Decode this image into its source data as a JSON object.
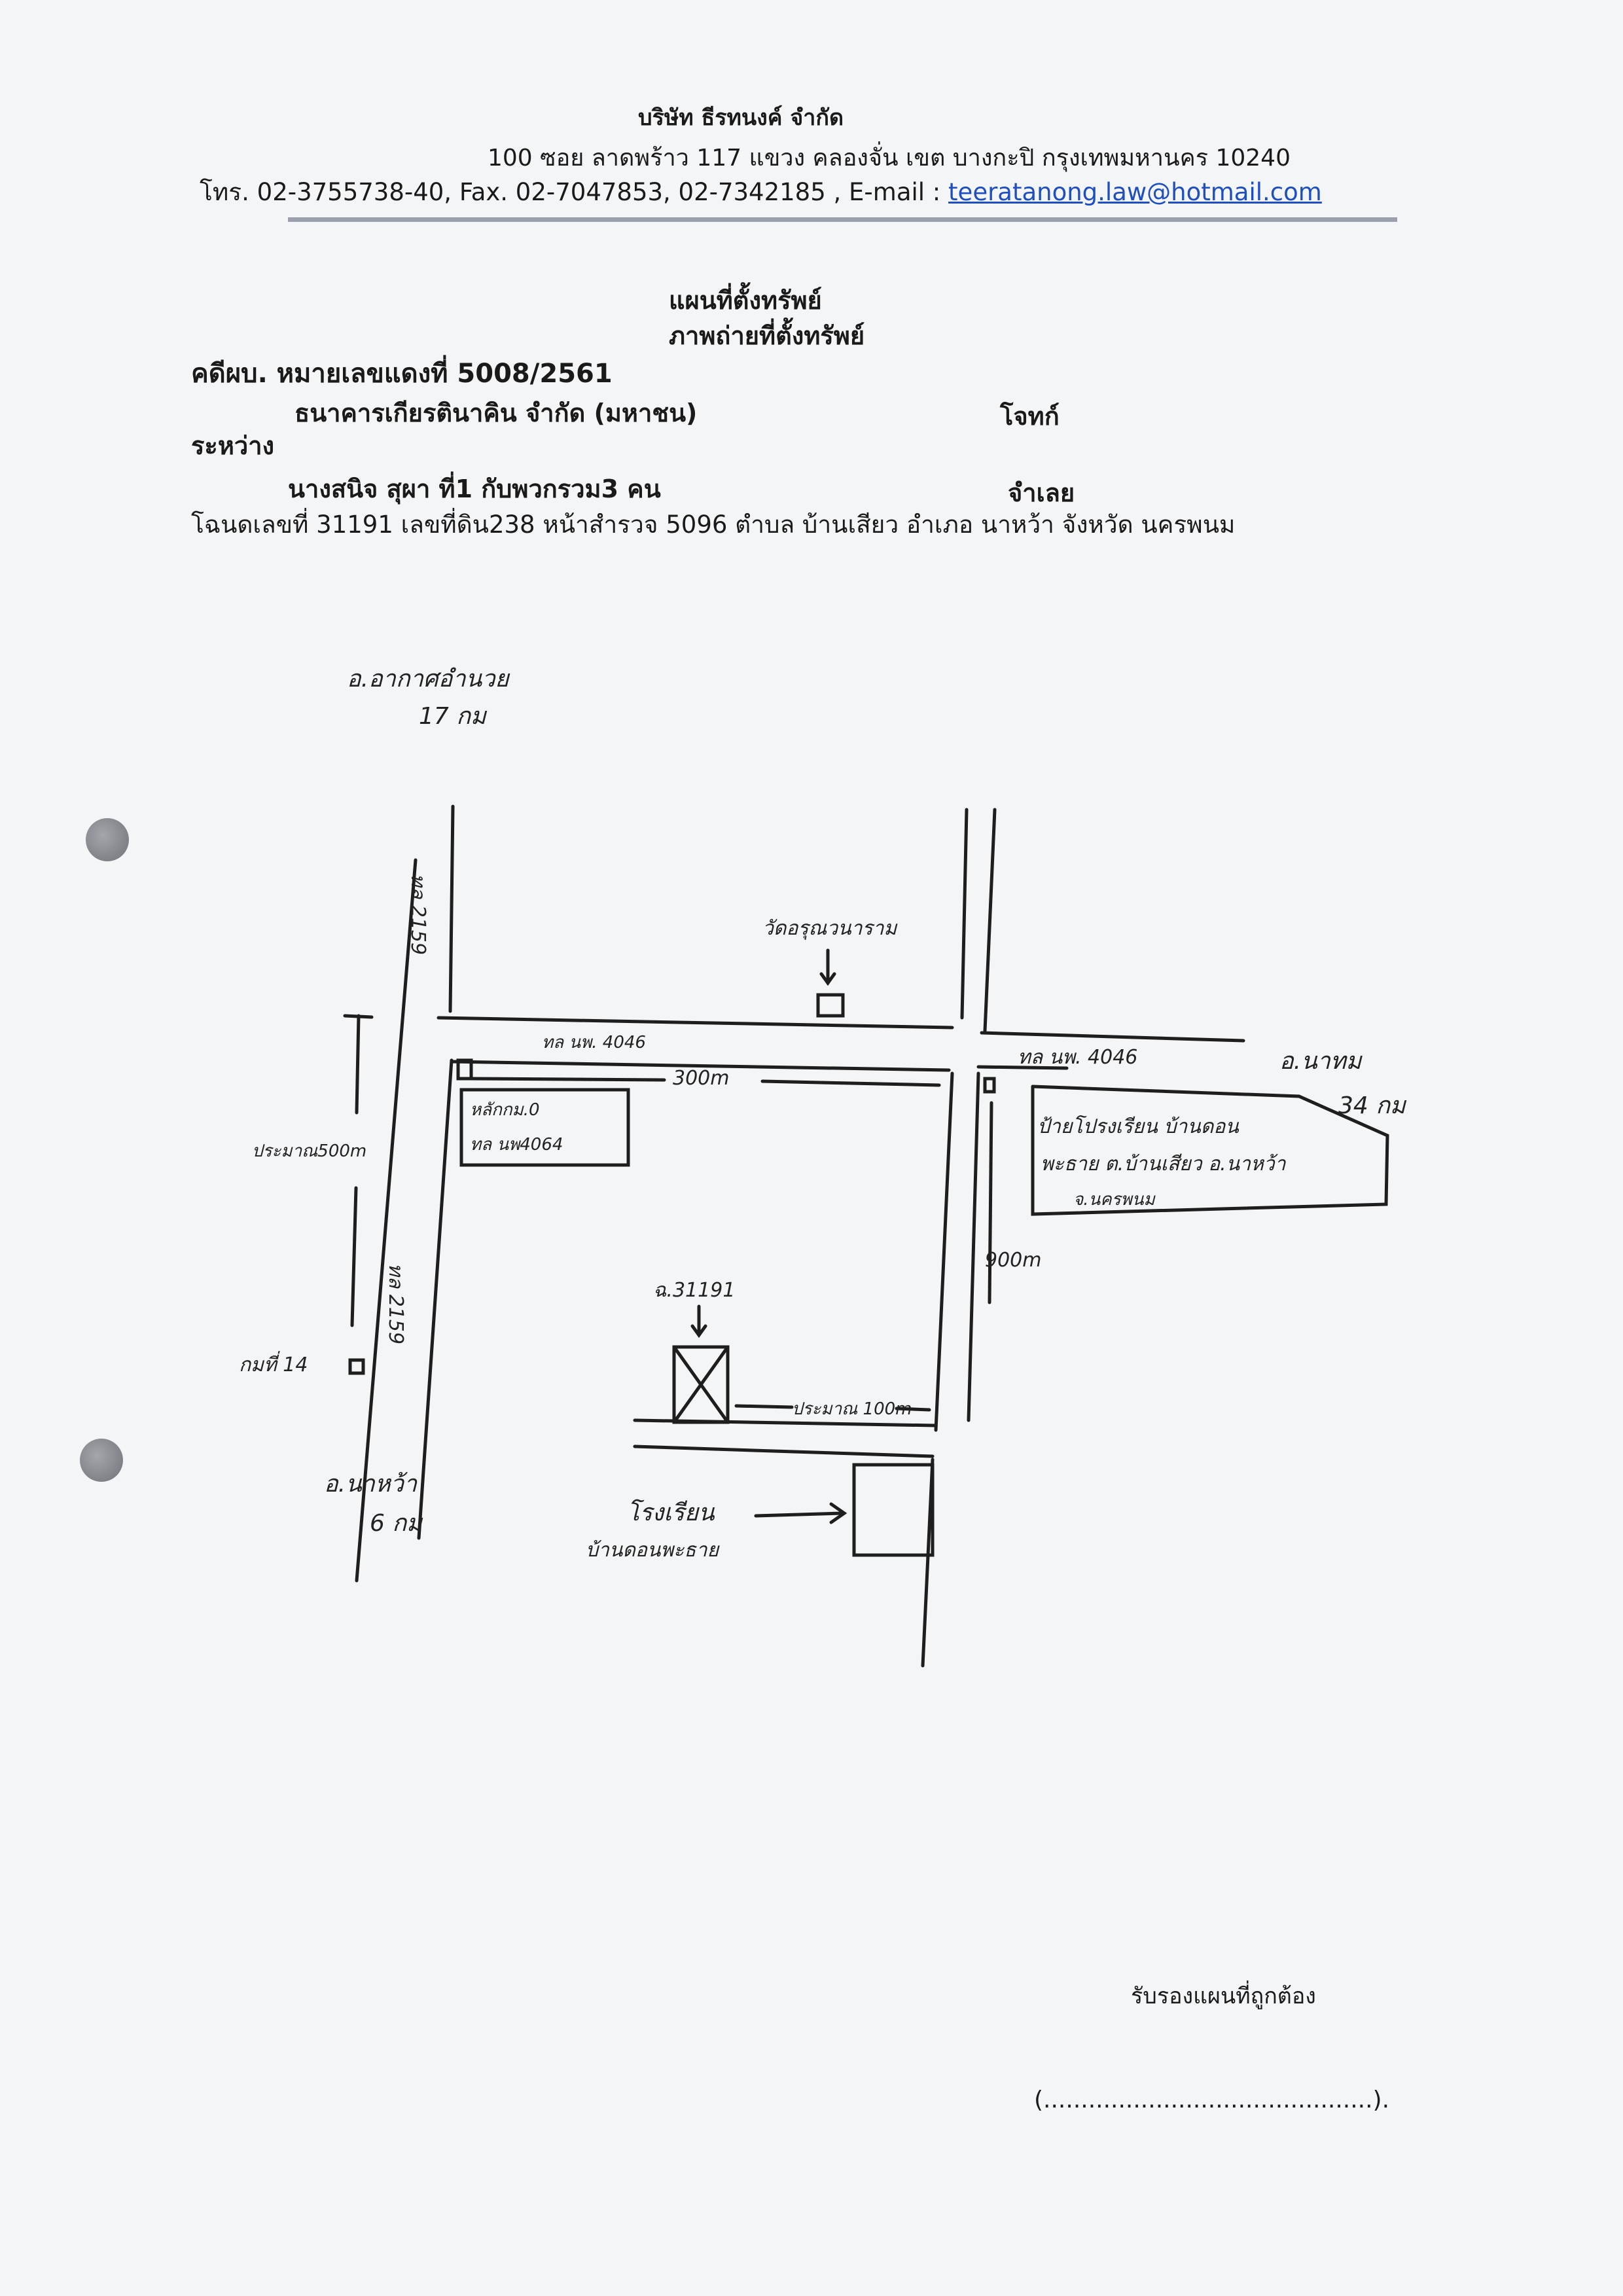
{
  "header": {
    "company": "บริษัท ธีรทนงค์ จำกัด",
    "address": "100 ซอย ลาดพร้าว 117 แขวง คลองจั่น เขต บางกะปิ กรุงเทพมหานคร 10240",
    "contact_prefix": "โทร. 02-3755738-40, Fax. 02-7047853, 02-7342185 , E-mail : ",
    "email": "teeratanong.law@hotmail.com"
  },
  "doc": {
    "title1": "แผนที่ตั้งทรัพย์",
    "title2": "ภาพถ่ายที่ตั้งทรัพย์",
    "case_no": "คดีผบ. หมายเลขแดงที่ 5008/2561",
    "plaintiff": "ธนาคารเกียรตินาคิน จำกัด (มหาชน)",
    "plaintiff_role": "โจทก์",
    "between": "ระหว่าง",
    "defendant": "นางสนิจ สุผา ที่1 กับพวกรวม3 คน",
    "defendant_role": "จำเลย",
    "deed": "โฉนดเลขที่ 31191 เลขที่ดิน238 หน้าสำรวจ 5096 ตำบล บ้านเสียว อำเภอ นาหว้า จังหวัด นครพนม"
  },
  "map": {
    "to_akat": "อ.อากาศอำนวย",
    "to_akat_dist": "17 กม",
    "road_2159_top": "ทล 2159",
    "road_2159_bottom": "ทล 2159",
    "temple": "วัดอรุณวนาราม",
    "road_4046_left": "ทล นพ. 4046",
    "road_4046_right": "ทล นพ. 4046",
    "to_natom": "อ.นาทม",
    "to_natom_dist": "34 กม",
    "dist_300": "300m",
    "km_marker_line1": "หลักกม.0",
    "km_marker_line2": "ทล นพ4064",
    "approx_500": "ประมาณ500m",
    "sign_line1": "ป้ายโปรงเรียน บ้านดอน",
    "sign_line2": "พะธาย ต.บ้านเสียว อ.นาหว้า",
    "sign_line3": "จ.นครพนม",
    "dist_900": "900m",
    "plot_label": "ฉ.31191",
    "approx_100": "ประมาณ 100m",
    "km_marker_left": "กมที่ 14",
    "to_nawa": "อ.นาหว้า",
    "to_nawa_dist": "6 กม",
    "school_line1": "โรงเรียน",
    "school_line2": "บ้านดอนพะธาย"
  },
  "footer": {
    "certify": "รับรองแผนที่ถูกต้อง",
    "signature_line": "(............................................)."
  }
}
